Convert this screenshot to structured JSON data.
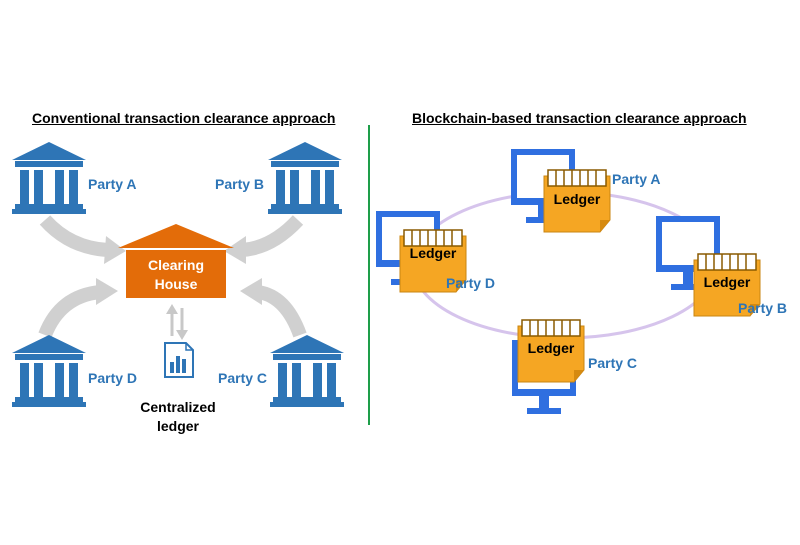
{
  "left": {
    "title": "Conventional transaction clearance approach",
    "clearing_house": [
      "Clearing",
      "House"
    ],
    "parties": {
      "a": "Party A",
      "b": "Party B",
      "c": "Party C",
      "d": "Party D"
    },
    "central_ledger": [
      "Centralized",
      "ledger"
    ]
  },
  "right": {
    "title": "Blockchain-based transaction clearance approach",
    "ledger_label": "Ledger",
    "parties": {
      "a": "Party A",
      "b": "Party B",
      "c": "Party C",
      "d": "Party D"
    }
  },
  "colors": {
    "bank_blue": "#2e75b6",
    "clearing_orange": "#e36c09",
    "ledger_orange": "#f5a623",
    "arrow_gray": "#d0d0d0",
    "divider_green": "#1e9e4a",
    "ring_purple": "#d6c4ec"
  }
}
